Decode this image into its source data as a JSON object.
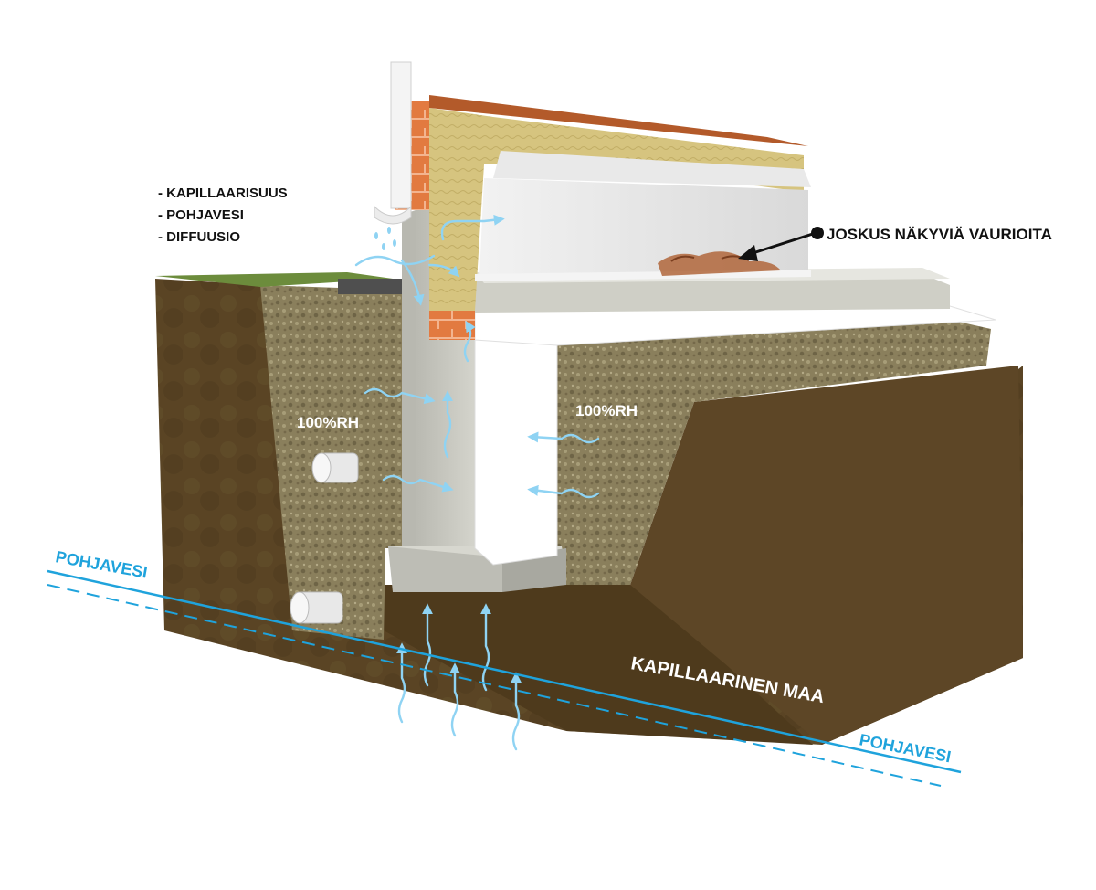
{
  "legend": {
    "items": [
      "- KAPILLAARISUUS",
      "- POHJAVESI",
      "- DIFFUUSIO"
    ]
  },
  "callout": {
    "damage": "JOSKUS NÄKYVIÄ VAURIOITA"
  },
  "labels": {
    "rh_left": "100%RH",
    "rh_right": "100%RH",
    "capillary_soil": "KAPILLAARINEN MAA",
    "groundwater_left": "POHJAVESI",
    "groundwater_right": "POHJAVESI"
  },
  "colors": {
    "soil": "#5b4524",
    "gravel": "#8f8460",
    "concrete": "#c8c8c0",
    "insulation": "#d8c784",
    "brick": "#e0743c",
    "water": "#1fa3dc",
    "moisture_arrow": "#8fd3f3"
  }
}
